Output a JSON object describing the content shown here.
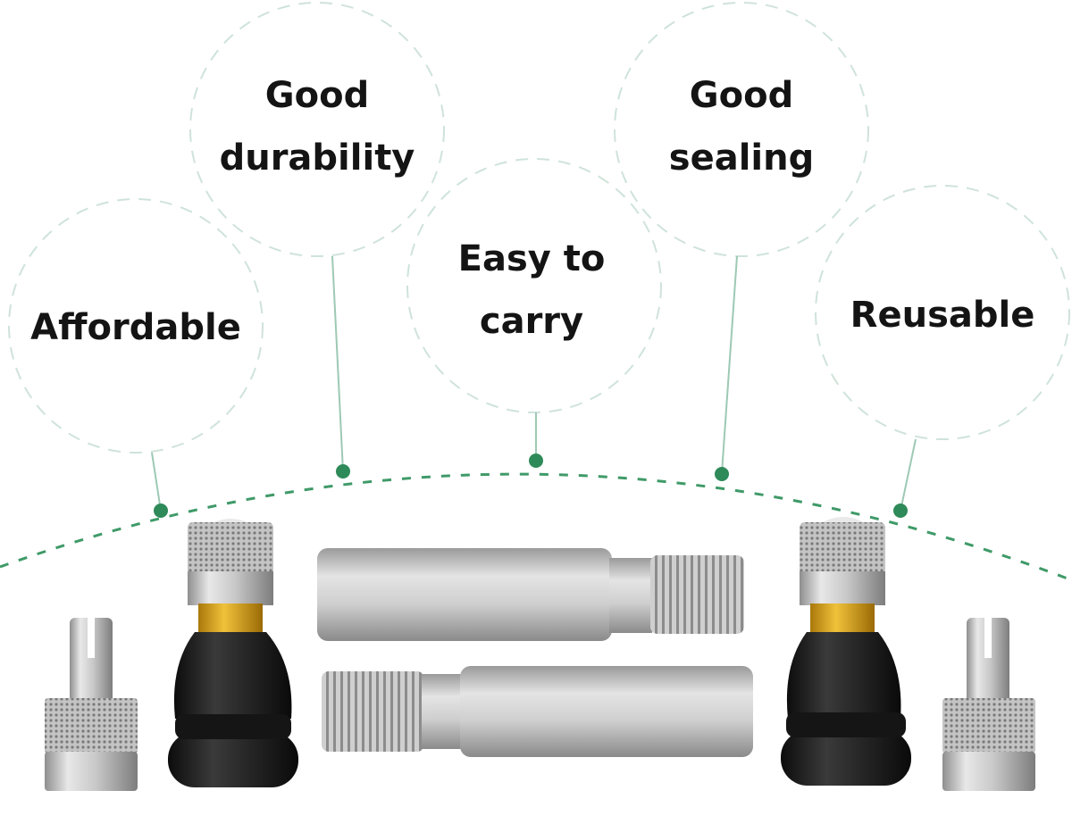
{
  "features": [
    {
      "id": "affordable",
      "lines": [
        "Affordable"
      ]
    },
    {
      "id": "durability",
      "lines": [
        "Good",
        "durability"
      ]
    },
    {
      "id": "carry",
      "lines": [
        "Easy to",
        "carry"
      ]
    },
    {
      "id": "sealing",
      "lines": [
        "Good",
        "sealing"
      ]
    },
    {
      "id": "reusable",
      "lines": [
        "Reusable"
      ]
    }
  ],
  "colors": {
    "circle_stroke": "#cfe3da",
    "connector": "#9dc9b4",
    "arc": "#3f9a68",
    "dot": "#2f8a59",
    "metal_light": "#e6e6e6",
    "metal_dark": "#8f8f8f",
    "brass": "#d9a21b",
    "rubber": "#1d1d1d"
  }
}
